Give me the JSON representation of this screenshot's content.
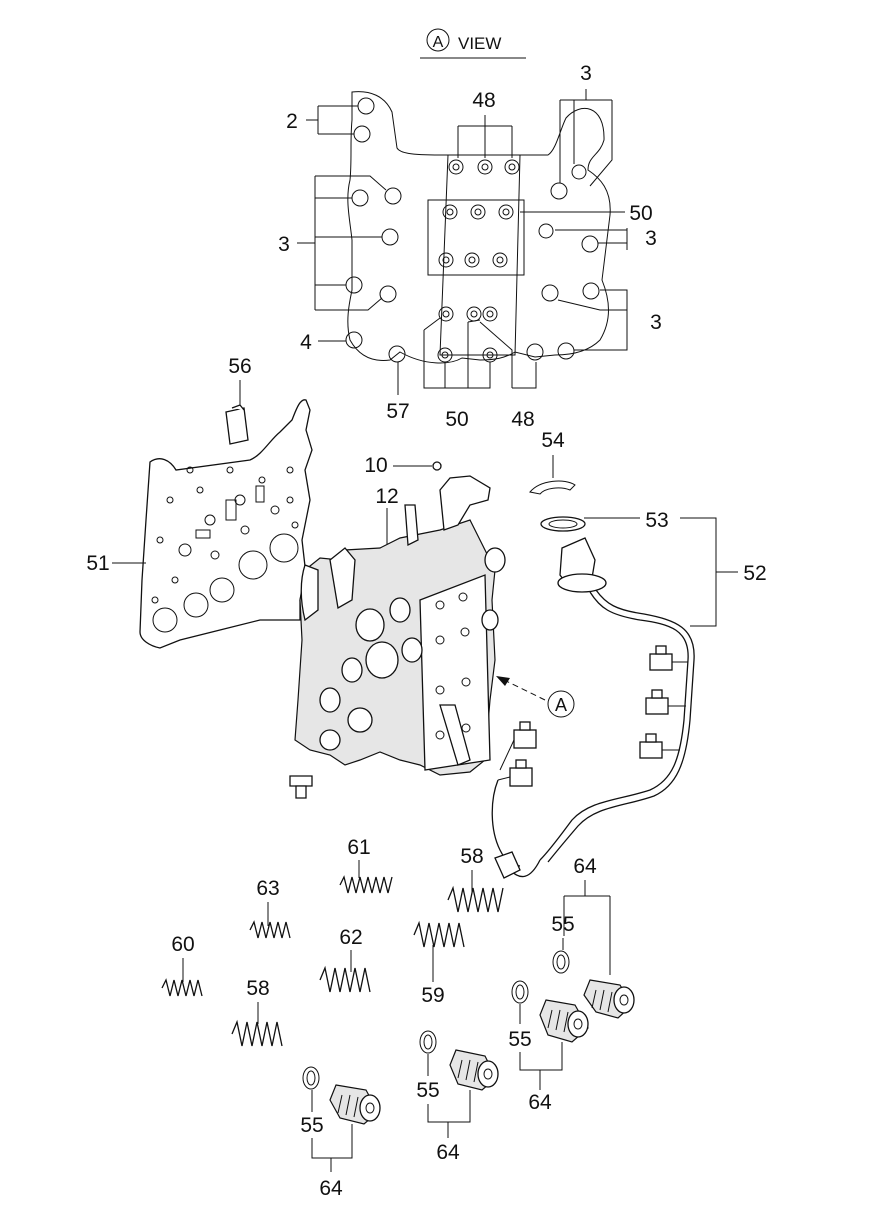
{
  "view_header": {
    "circle_letter": "A",
    "text": "VIEW"
  },
  "arrow_marker": "A",
  "callouts": {
    "c2": "2",
    "c3a": "3",
    "c3b": "3",
    "c3c": "3",
    "c3d": "3",
    "c4": "4",
    "c48a": "48",
    "c48b": "48",
    "c50a": "50",
    "c50b": "50",
    "c57": "57",
    "c56": "56",
    "c10": "10",
    "c54": "54",
    "c12": "12",
    "c53": "53",
    "c52": "52",
    "c51": "51",
    "c61": "61",
    "c58a": "58",
    "c64a": "64",
    "c63": "63",
    "c62": "62",
    "c55a": "55",
    "c60": "60",
    "c58b": "58",
    "c59": "59",
    "c55b": "55",
    "c55c": "55",
    "c64b": "64",
    "c55d": "55",
    "c64c": "64",
    "c64d": "64"
  },
  "icons": [
    "view-marker-circle",
    "plate-outline",
    "gasket",
    "valve-body",
    "wiring-harness",
    "solenoid",
    "spring",
    "o-ring"
  ]
}
